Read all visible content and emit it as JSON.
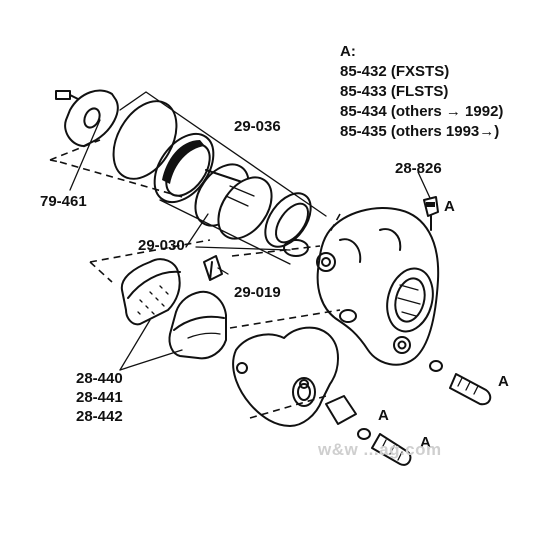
{
  "legend": {
    "heading": "A:",
    "items": [
      "85-432 (FXSTS)",
      "85-433 (FLSTS)",
      "85-434 (others → 1992)",
      "85-435 (others 1993→)"
    ]
  },
  "part_labels": {
    "p29_036": "29-036",
    "p28_826": "28-826",
    "p79_461": "79-461",
    "p29_030": "29-030",
    "p29_019": "29-019",
    "p28_440": "28-440",
    "p28_441": "28-441",
    "p28_442": "28-442"
  },
  "kit_marker": "A",
  "watermark": "w&w  ...ag.com"
}
